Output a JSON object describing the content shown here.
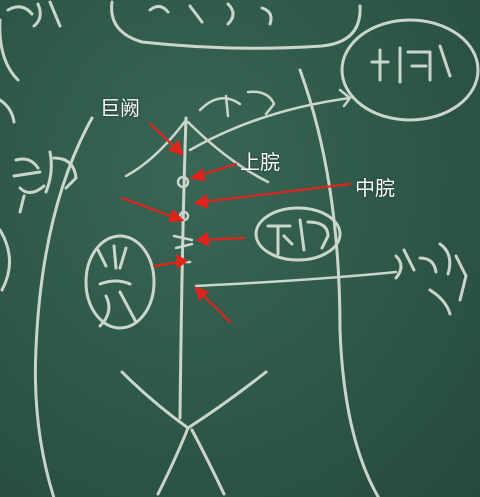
{
  "annotations": {
    "juque": "巨阙",
    "shangwan": "上脘",
    "zhongwan": "中脘"
  },
  "colors": {
    "chalkboard": "#2f5a4a",
    "chalk": "#e8ece6",
    "arrow": "#e0241c",
    "label_text": "#ffffff"
  }
}
